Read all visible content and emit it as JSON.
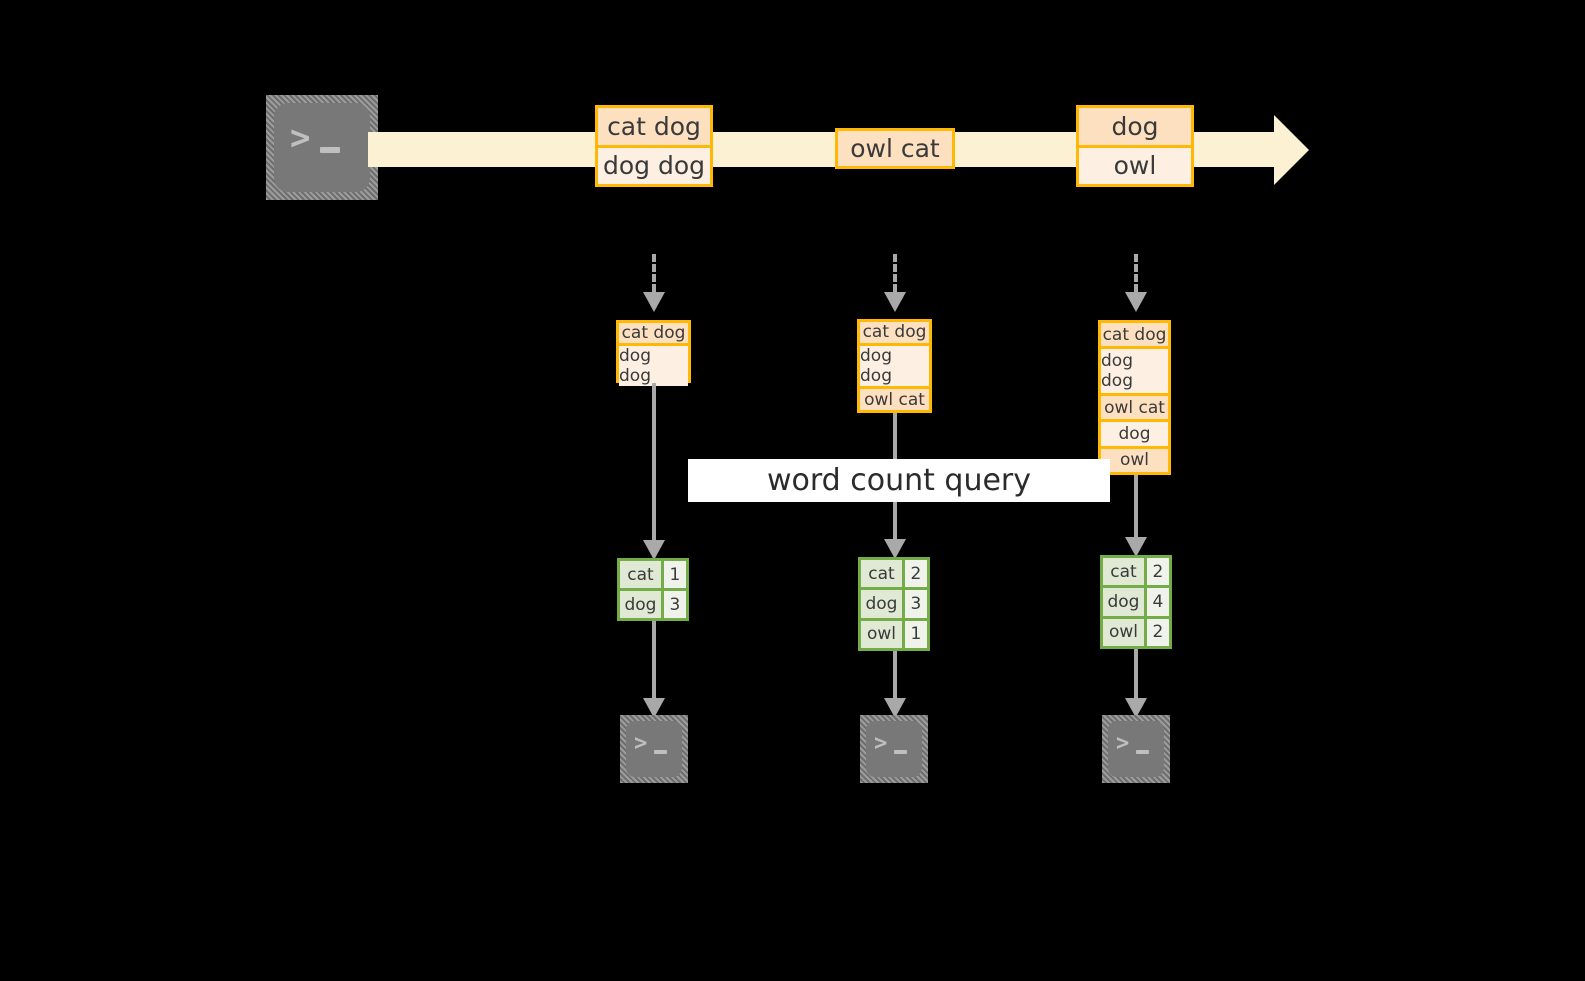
{
  "diagram": {
    "title_banner": "word count query",
    "colors": {
      "stream_fill": "#fdf1d4",
      "event_border": "#ffb803",
      "event_fill_dark": "#fce0c0",
      "event_fill_light": "#fdf0e2",
      "table_border": "#74ad48",
      "table_key_fill": "#dfe9d4",
      "table_value_fill": "#eff3ec",
      "connector": "#a9a9a9",
      "console_fill": "#787878",
      "background": "#000000"
    },
    "source_console": {
      "icon": "terminal-icon",
      "prompt": ">",
      "cursor": "_"
    },
    "stream": {
      "events": [
        {
          "id": "event-1",
          "lines": [
            "cat dog",
            "dog dog"
          ]
        },
        {
          "id": "event-2",
          "lines": [
            "owl cat"
          ]
        },
        {
          "id": "event-3",
          "lines": [
            "dog",
            "owl"
          ]
        }
      ]
    },
    "columns": [
      {
        "id": "column-1",
        "batch": {
          "rows": [
            "cat dog",
            "dog dog"
          ]
        },
        "result": {
          "rows": [
            {
              "word": "cat",
              "count": "1"
            },
            {
              "word": "dog",
              "count": "3"
            }
          ]
        },
        "sink_console": {
          "icon": "terminal-icon",
          "prompt": ">",
          "cursor": "_"
        }
      },
      {
        "id": "column-2",
        "batch": {
          "rows": [
            "cat dog",
            "dog dog",
            "owl cat"
          ]
        },
        "result": {
          "rows": [
            {
              "word": "cat",
              "count": "2"
            },
            {
              "word": "dog",
              "count": "3"
            },
            {
              "word": "owl",
              "count": "1"
            }
          ]
        },
        "sink_console": {
          "icon": "terminal-icon",
          "prompt": ">",
          "cursor": "_"
        }
      },
      {
        "id": "column-3",
        "batch": {
          "rows": [
            "cat dog",
            "dog dog",
            "owl cat",
            "dog",
            "owl"
          ]
        },
        "result": {
          "rows": [
            {
              "word": "cat",
              "count": "2"
            },
            {
              "word": "dog",
              "count": "4"
            },
            {
              "word": "owl",
              "count": "2"
            }
          ]
        },
        "sink_console": {
          "icon": "terminal-icon",
          "prompt": ">",
          "cursor": "_"
        }
      }
    ]
  }
}
